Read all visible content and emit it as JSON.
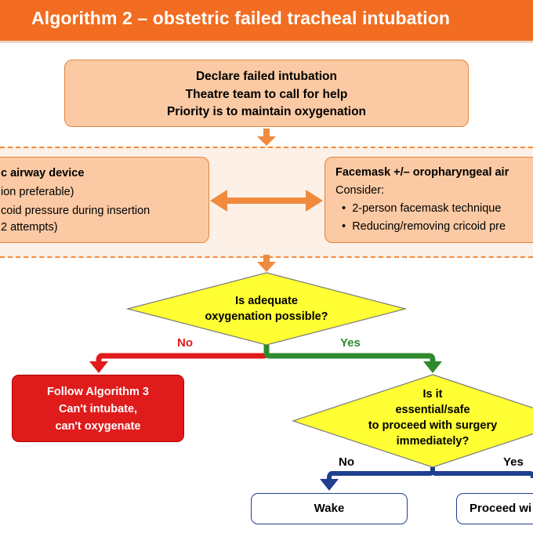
{
  "title": "Algorithm 2 – obstetric failed tracheal intubation",
  "top_box": {
    "lines": [
      "Declare failed intubation",
      "Theatre team to call for help",
      "Priority is to maintain oxygenation"
    ]
  },
  "left_box": {
    "heading": "c airway device",
    "lines": [
      "ion preferable)",
      "coid pressure during insertion",
      "2 attempts)"
    ]
  },
  "right_box": {
    "heading": "Facemask +/– oropharyngeal air",
    "consider": "Consider:",
    "bullets": [
      "2-person facemask technique",
      "Reducing/removing cricoid pre"
    ]
  },
  "diamond1": {
    "lines": [
      "Is adequate",
      "oxygenation possible?"
    ]
  },
  "no_label_1": "No",
  "yes_label_1": "Yes",
  "red_box": {
    "lines": [
      "Follow Algorithm 3",
      "Can't intubate,",
      "can't oxygenate"
    ]
  },
  "diamond2": {
    "lines": [
      "Is it",
      "essential/safe",
      "to proceed with surgery",
      "immediately?"
    ]
  },
  "no_label_2": "No",
  "yes_label_2": "Yes",
  "wake_box": "Wake",
  "proceed_box": "Proceed wi",
  "colors": {
    "title_bg": "#f26d21",
    "peach": "#fbcaa4",
    "orange_arrow": "#f08a3c",
    "diamond": "#ffff33",
    "no_red": "#e01b1b",
    "yes_green": "#2f8a2f",
    "navy": "#1f3f8f"
  }
}
